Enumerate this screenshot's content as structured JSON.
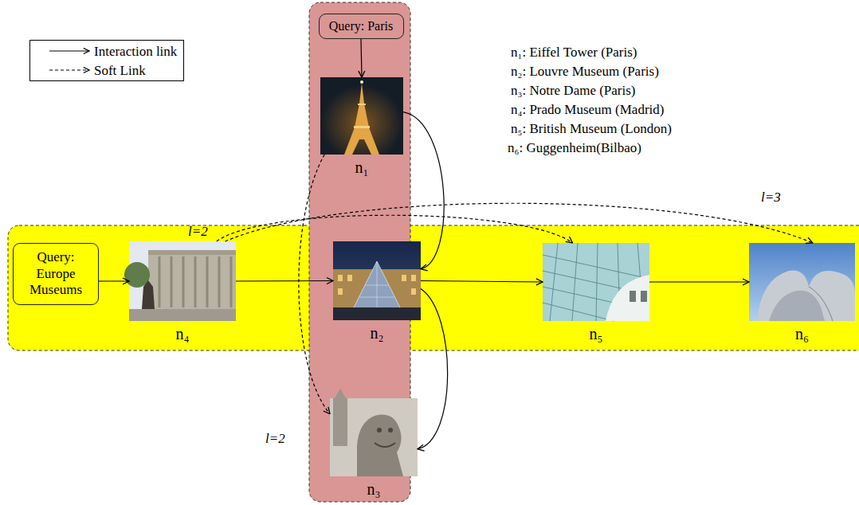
{
  "diagram": {
    "nodes": [
      {
        "text": [
          "Query: Paris"
        ]
      },
      {
        "text": [
          "n₁"
        ]
      },
      {
        "text": [
          "Query: Europe Museums"
        ]
      },
      {
        "text": [
          "n₄"
        ]
      },
      {
        "text": [
          "n₂"
        ]
      },
      {
        "text": [
          "n₅"
        ]
      },
      {
        "text": [
          "n₆"
        ]
      },
      {
        "text": [
          "n₃"
        ]
      }
    ],
    "edges": [
      {
        "from": 0,
        "to": 1,
        "arrow": "to"
      },
      {
        "from": 1,
        "to": 4,
        "arrow": "to"
      },
      {
        "from": 2,
        "to": 3,
        "arrow": "to"
      },
      {
        "from": 3,
        "to": 4,
        "arrow": "to"
      },
      {
        "from": 4,
        "to": 5,
        "arrow": "to"
      },
      {
        "from": 5,
        "to": 6,
        "arrow": "to"
      },
      {
        "from": 4,
        "to": 7,
        "arrow": "to"
      },
      {
        "from": 3,
        "to": 5,
        "arrow": "to",
        "label": "l=2"
      },
      {
        "from": 3,
        "to": 6,
        "arrow": "to",
        "label": "l=3"
      },
      {
        "from": 1,
        "to": 7,
        "arrow": "to",
        "label": "l=2"
      }
    ],
    "labels": [
      "n₁: Eiffel Tower (Paris)",
      "n₂: Louvre Museum (Paris)",
      "n₃: Notre Dame (Paris)",
      "n₄: Prado Museum (Madrid)",
      "n₅: British Museum (London)",
      "n₆: Guggenheim(Bilbao)"
    ],
    "legend": [
      {
        "text": "Interaction link"
      },
      {
        "text": "Soft Link"
      }
    ]
  }
}
